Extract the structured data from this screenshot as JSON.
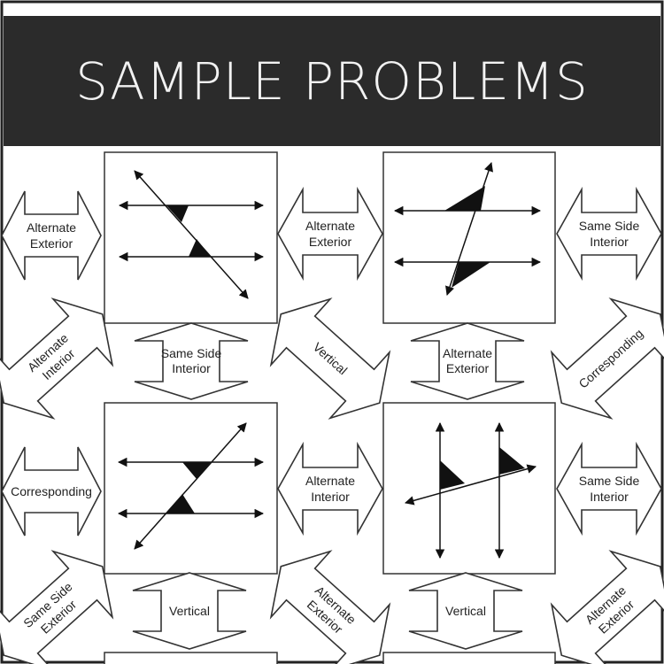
{
  "banner": {
    "title": "SAMPLE PROBLEMS"
  },
  "arrows": {
    "row1_left": [
      "Alternate",
      "Exterior"
    ],
    "row1_middle": [
      "Alternate",
      "Exterior"
    ],
    "row1_right": [
      "Same Side",
      "Interior"
    ],
    "diag1_left": [
      "Alternate",
      "Interior"
    ],
    "vert1_left": [
      "Same Side",
      "Interior"
    ],
    "diag1_middle": [
      "Vertical"
    ],
    "vert1_right": [
      "Alternate",
      "Exterior"
    ],
    "diag1_right": [
      "Corresponding"
    ],
    "row2_left": [
      "Corresponding"
    ],
    "row2_middle": [
      "Alternate",
      "Interior"
    ],
    "row2_right": [
      "Same Side",
      "Interior"
    ],
    "diag2_left": [
      "Same Side",
      "Exterior"
    ],
    "vert2_left": [
      "Vertical"
    ],
    "diag2_middle": [
      "Alternate",
      "Exterior"
    ],
    "vert2_right": [
      "Vertical"
    ],
    "diag2_right": [
      "Alternate",
      "Exterior"
    ]
  }
}
